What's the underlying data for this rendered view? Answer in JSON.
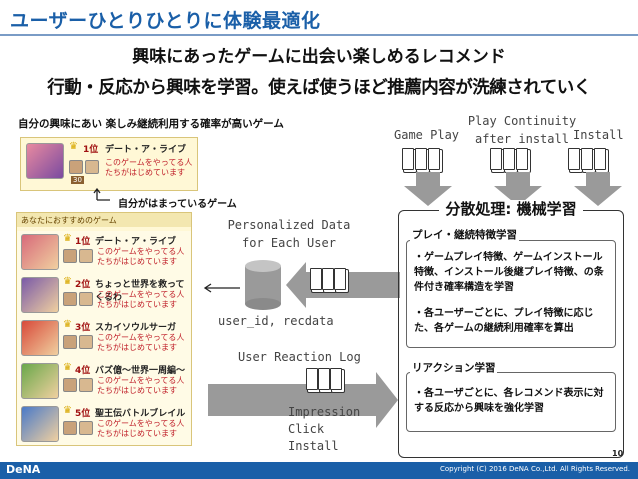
{
  "slide": {
    "title": "ユーザーひとりひとりに体験最適化",
    "headline_1": "興味にあったゲームに出会い楽しめるレコメンド",
    "headline_2": "行動・反応から興味を学習。使えば使うほど推薦内容が洗練されていく",
    "page_number": "10",
    "copyright": "Copyright (C) 2016 DeNA Co.,Ltd. All Rights Reserved.",
    "logo": "DeNA"
  },
  "left_caption_top": "自分の興味にあい 楽しみ継続利用する確率が高いゲーム",
  "left_caption_mid": "自分がはまっているゲーム",
  "top_card": {
    "rank": "1位",
    "name": "デート・ア・ライブ",
    "note": "このゲームをやってる人たちがはじめています",
    "badge": "30"
  },
  "reco_panel": {
    "header": "あなたにおすすめのゲーム",
    "items": [
      {
        "rank": "1位",
        "name": "デート・ア・ライブ",
        "note": "このゲームをやってる人たちがはじめています",
        "color": "#d86a7a"
      },
      {
        "rank": "2位",
        "name": "ちょっと世界を救ってくるわ",
        "note": "このゲームをやってる人たちがはじめています",
        "color": "#7a5aa8"
      },
      {
        "rank": "3位",
        "name": "スカイソウルサーガ",
        "note": "このゲームをやってる人たちがはじめています",
        "color": "#d84a3a"
      },
      {
        "rank": "4位",
        "name": "バズ億〜世界一周編〜",
        "note": "このゲームをやってる人たちがはじめています",
        "color": "#6aa84a"
      },
      {
        "rank": "5位",
        "name": "聖王伝バトルブレイル",
        "note": "このゲームをやってる人たちがはじめています",
        "color": "#4a7ac8"
      }
    ]
  },
  "center": {
    "personalized_label": "Personalized Data\nfor Each User",
    "db_label": "user_id, recdata",
    "reaction_label": "User Reaction Log",
    "impression_label": "Impression\nClick\nInstall"
  },
  "sources": {
    "game_play": "Game Play",
    "play_continuity": "Play Continuity\nafter install",
    "install": "Install"
  },
  "learning": {
    "title": "分散処理: 機械学習",
    "play_box_title": "プレイ・継続特徴学習",
    "play_bullet_1": "・ゲームプレイ特徴、ゲームインストール特徴、インストール後継プレイ特徴、の条件付き確率構造を学習",
    "play_bullet_2": "・各ユーザーごとに、プレイ特徴に応じた、各ゲームの継続利用確率を算出",
    "reaction_box_title": "リアクション学習",
    "reaction_bullet": "・各ユーザごとに、各レコメンド表示に対する反応から興味を強化学習"
  },
  "colors": {
    "title_blue": "#1a5fa8",
    "arrow_gray": "#9a9a9a",
    "card_bg": "#fff8d6"
  }
}
